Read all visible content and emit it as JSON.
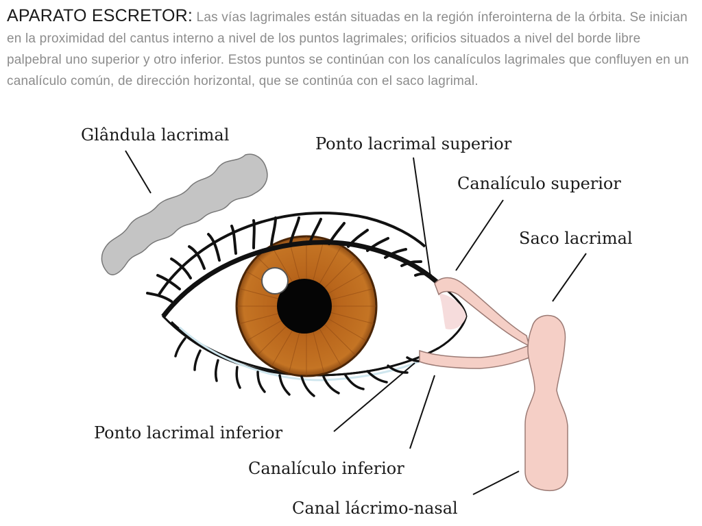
{
  "header": {
    "title": "APARATO ESCRETOR:",
    "body": "Las vías lagrimales están situadas en la región ínferointerna de la órbita. Se inician en la proximidad del cantus interno a nivel de los puntos lagrimales; orificios situados a nivel del borde libre palpebral uno superior y otro inferior. Estos puntos se continúan con los canalículos lagrimales que confluyen en un canalículo común, de dirección horizontal, que se continúa con el saco lagrimal."
  },
  "labels": {
    "glandula": "Glândula lacrimal",
    "ponto_superior": "Ponto lacrimal superior",
    "canaliculo_superior": "Canalículo superior",
    "saco": "Saco lacrimal",
    "ponto_inferior": "Ponto lacrimal inferior",
    "canaliculo_inferior": "Canalículo inferior",
    "canal_nasal": "Canal lácrimo-nasal"
  },
  "colors": {
    "iris": "#b8651b",
    "duct": "#f5cfc6",
    "gland": "#c4c4c4"
  }
}
